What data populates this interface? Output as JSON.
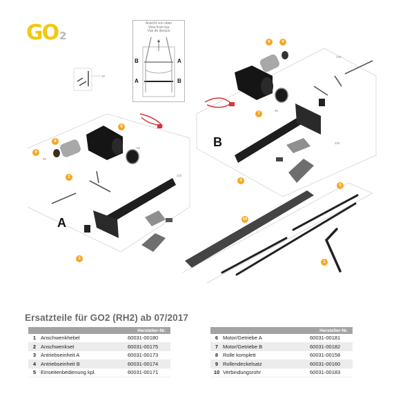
{
  "logo": {
    "main": "GO",
    "sub": "2"
  },
  "top_view": {
    "caption": [
      "Ansicht von oben",
      "View from top",
      "Vue de dessus"
    ],
    "labels": [
      "B",
      "A",
      "A",
      "B"
    ]
  },
  "assemblies": {
    "A": "A",
    "B": "B"
  },
  "callouts": [
    "1",
    "2",
    "3",
    "4",
    "5",
    "6",
    "7",
    "8",
    "9",
    "10"
  ],
  "dimension_labels": {
    "d1": "30",
    "d2": "100",
    "d3": "225",
    "d4": "220",
    "d5": "90",
    "d6": "95",
    "d7": "90"
  },
  "colors": {
    "logo_yellow": "#f2c80f",
    "callout_orange": "#f5a623",
    "table_header": "#a3a3a3",
    "title_gray": "#6a6a6a"
  },
  "parts": {
    "title": "Ersatzteile für GO2 (RH2) ab 07/2017",
    "header_label": "Hersteller-Nr.",
    "left": [
      {
        "no": "1",
        "name": "Anschwenkhebel",
        "part": "60031-00180"
      },
      {
        "no": "2",
        "name": "Anschwenkset",
        "part": "60031-00175"
      },
      {
        "no": "3",
        "name": "Antriebseinheit A",
        "part": "60031-00173"
      },
      {
        "no": "4",
        "name": "Antriebseinheit B",
        "part": "60031-00174"
      },
      {
        "no": "5",
        "name": "Einseitenbedienung kpl.",
        "part": "60031-00171"
      }
    ],
    "right": [
      {
        "no": "6",
        "name": "Motor/Getriebe A",
        "part": "60031-00181"
      },
      {
        "no": "7",
        "name": "Motor/Getriebe B",
        "part": "60031-00182"
      },
      {
        "no": "8",
        "name": "Rolle komplett",
        "part": "60031-00158"
      },
      {
        "no": "9",
        "name": "Rollendeckelsatz",
        "part": "60031-00160"
      },
      {
        "no": "10",
        "name": "Verbindungsrohr",
        "part": "60031-00183"
      }
    ]
  }
}
